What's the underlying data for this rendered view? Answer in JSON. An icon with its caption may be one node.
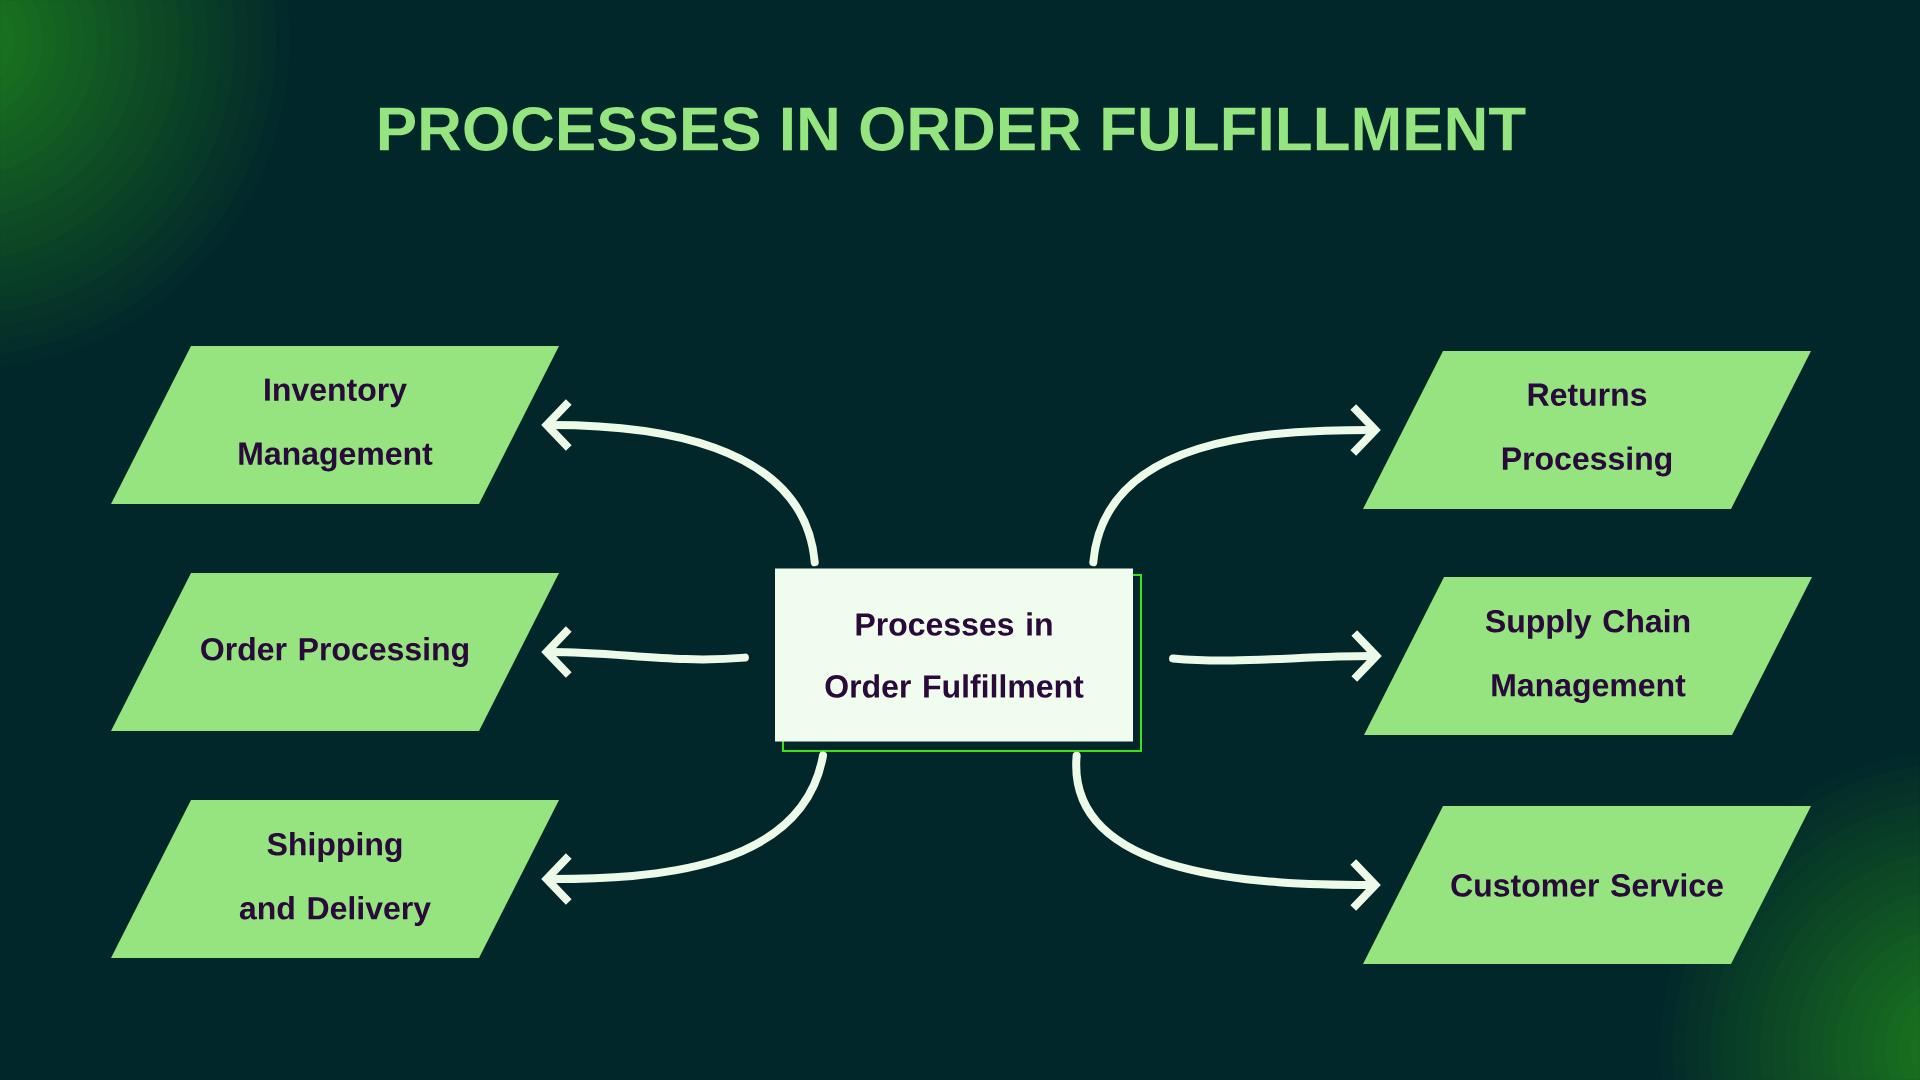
{
  "diagram": {
    "title": "PROCESSES IN ORDER FULFILLMENT",
    "nodes": [
      {
        "text": [
          "Processes in Order Fulfillment"
        ]
      },
      {
        "text": [
          "Inventory Management"
        ]
      },
      {
        "text": [
          "Order Processing"
        ]
      },
      {
        "text": [
          "Shipping and Delivery"
        ]
      },
      {
        "text": [
          "Returns Processing"
        ]
      },
      {
        "text": [
          "Supply Chain Management"
        ]
      },
      {
        "text": [
          "Customer Service"
        ]
      }
    ],
    "edges": [
      {
        "from": 0,
        "to": 1,
        "arrow": "to"
      },
      {
        "from": 0,
        "to": 2,
        "arrow": "to"
      },
      {
        "from": 0,
        "to": 3,
        "arrow": "to"
      },
      {
        "from": 0,
        "to": 4,
        "arrow": "to"
      },
      {
        "from": 0,
        "to": 5,
        "arrow": "to"
      },
      {
        "from": 0,
        "to": 6,
        "arrow": "to"
      }
    ]
  }
}
